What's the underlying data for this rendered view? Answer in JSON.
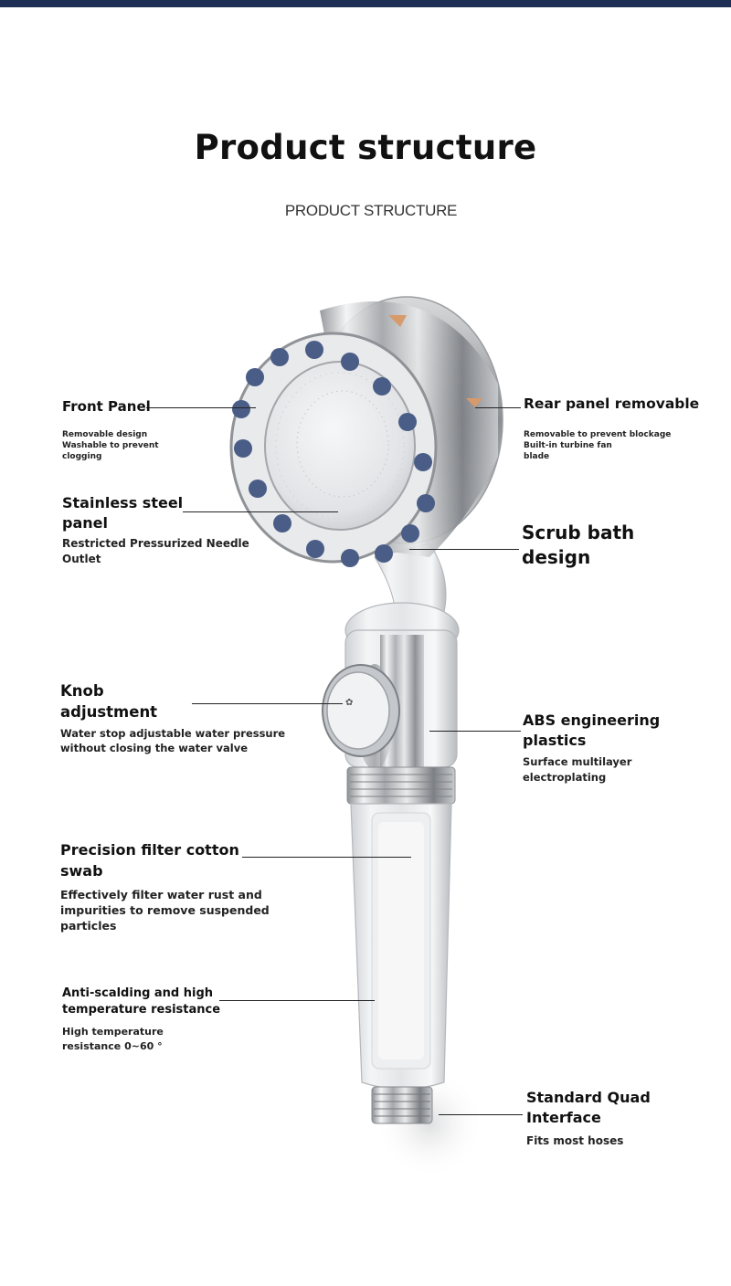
{
  "page": {
    "title": "Product structure",
    "subtitle": "PRODUCT STRUCTURE",
    "accent_color": "#1d2f55"
  },
  "callouts": {
    "front_panel": {
      "heading": "Front Panel",
      "desc": [
        "Removable design",
        "Washable to prevent",
        "clogging"
      ]
    },
    "rear_panel": {
      "heading": "Rear panel removable",
      "desc": [
        "Removable to prevent blockage",
        "Built-in turbine fan",
        "blade"
      ]
    },
    "stainless_panel": {
      "heading": [
        "Stainless steel",
        "panel"
      ],
      "desc": [
        "Restricted Pressurized Needle",
        "Outlet"
      ]
    },
    "scrub_bath": {
      "heading": [
        "Scrub bath",
        "design"
      ]
    },
    "knob": {
      "heading": [
        "Knob",
        "adjustment"
      ],
      "desc": [
        "Water stop adjustable water pressure",
        "without closing the water valve"
      ]
    },
    "abs": {
      "heading": [
        "ABS engineering",
        "plastics"
      ],
      "desc": [
        "Surface multilayer",
        "electroplating"
      ]
    },
    "filter": {
      "heading": [
        "Precision filter cotton",
        "swab"
      ],
      "desc": [
        "Effectively filter water rust and",
        "impurities to remove suspended",
        "particles"
      ]
    },
    "anti_scald": {
      "heading": [
        "Anti-scalding and high",
        "temperature resistance"
      ],
      "desc": [
        "High temperature",
        "resistance 0~60 °"
      ]
    },
    "interface": {
      "heading": [
        "Standard Quad",
        "Interface"
      ],
      "desc": [
        "Fits most hoses"
      ]
    }
  }
}
